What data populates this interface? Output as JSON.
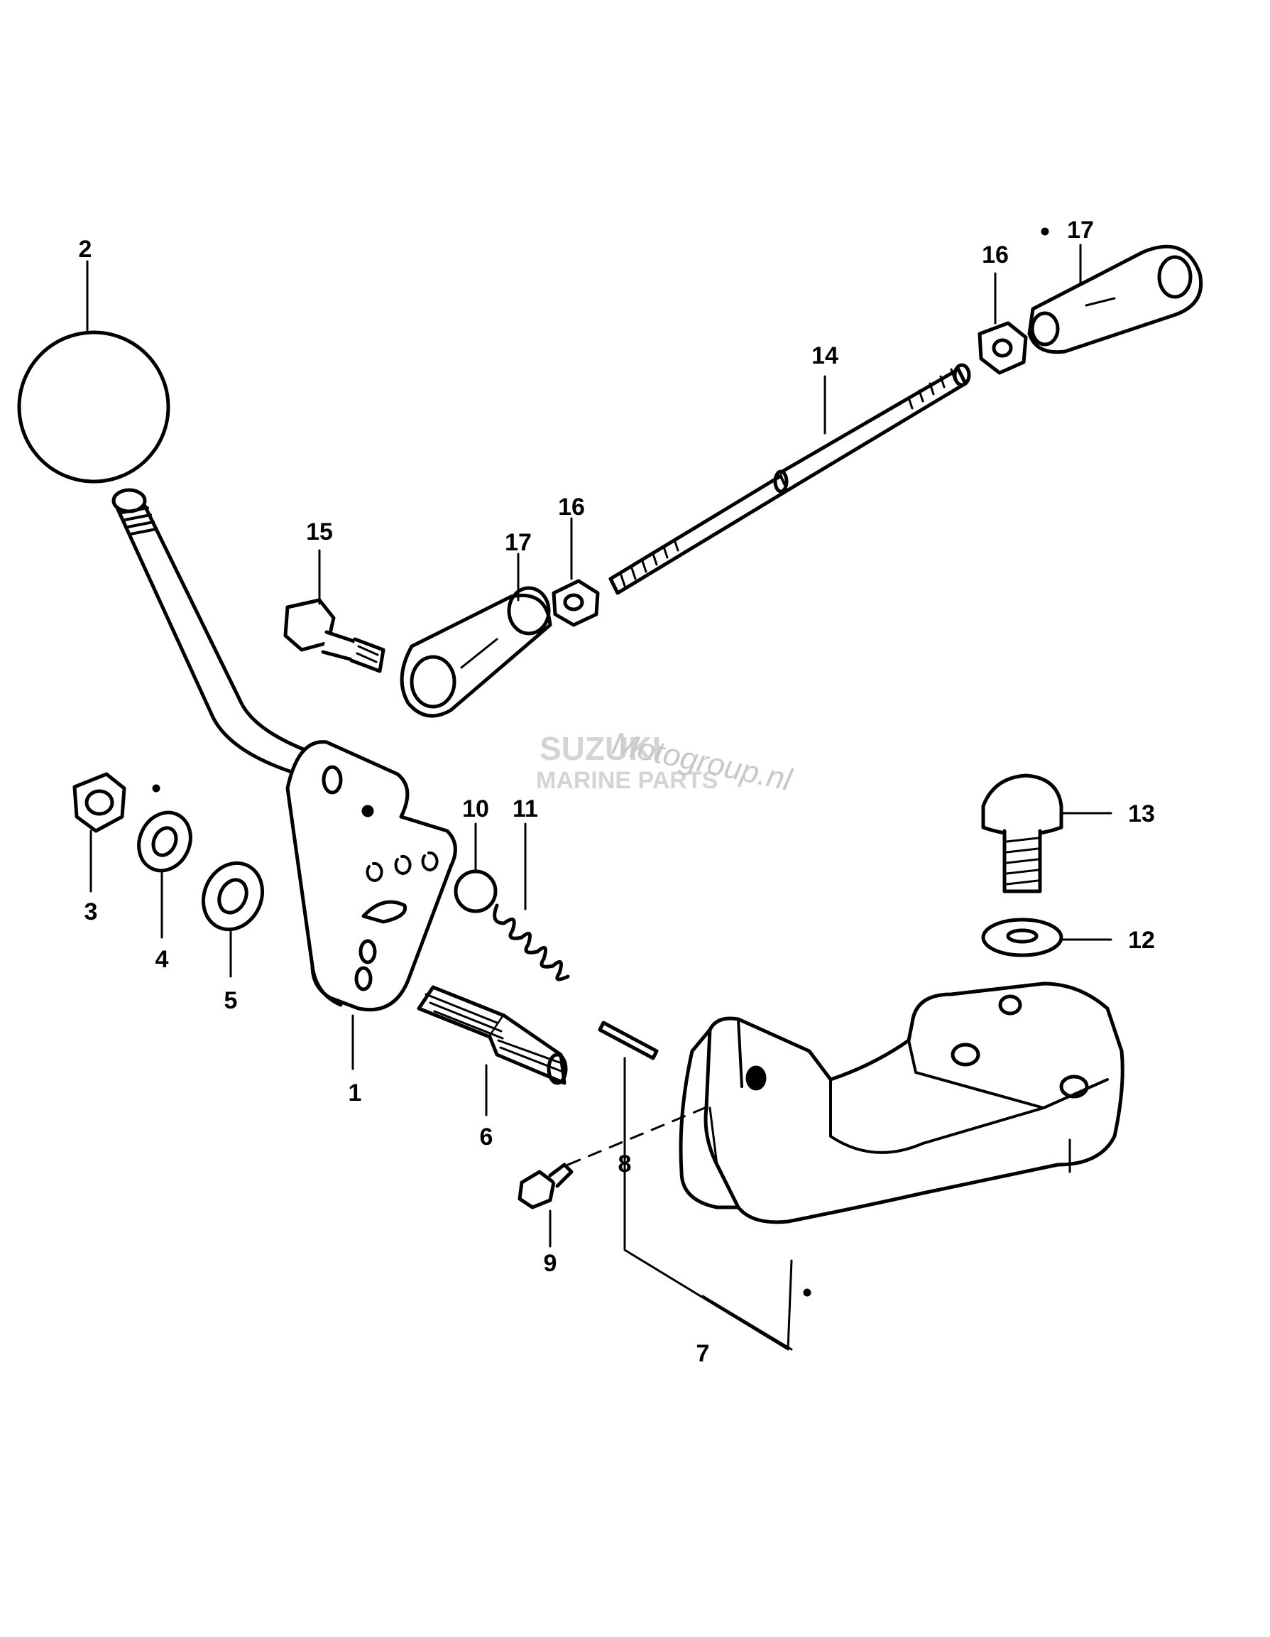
{
  "diagram": {
    "type": "exploded-parts-diagram",
    "callouts": [
      {
        "id": "c1",
        "label": "1"
      },
      {
        "id": "c2",
        "label": "2"
      },
      {
        "id": "c3",
        "label": "3"
      },
      {
        "id": "c4",
        "label": "4"
      },
      {
        "id": "c5",
        "label": "5"
      },
      {
        "id": "c6",
        "label": "6"
      },
      {
        "id": "c7",
        "label": "7"
      },
      {
        "id": "c8",
        "label": "8"
      },
      {
        "id": "c9",
        "label": "9"
      },
      {
        "id": "c10",
        "label": "10"
      },
      {
        "id": "c11",
        "label": "11"
      },
      {
        "id": "c12",
        "label": "12"
      },
      {
        "id": "c13",
        "label": "13"
      },
      {
        "id": "c14",
        "label": "14"
      },
      {
        "id": "c15",
        "label": "15"
      },
      {
        "id": "c16a",
        "label": "16"
      },
      {
        "id": "c16b",
        "label": "16"
      },
      {
        "id": "c17a",
        "label": "17"
      },
      {
        "id": "c17b",
        "label": "17"
      }
    ]
  },
  "watermark": {
    "brand": "SUZUKI",
    "sub": "MARINE PARTS",
    "site": "Motogroup.nl"
  },
  "colors": {
    "line": "#000000",
    "background": "#ffffff",
    "watermark": "#d4d4d4"
  }
}
